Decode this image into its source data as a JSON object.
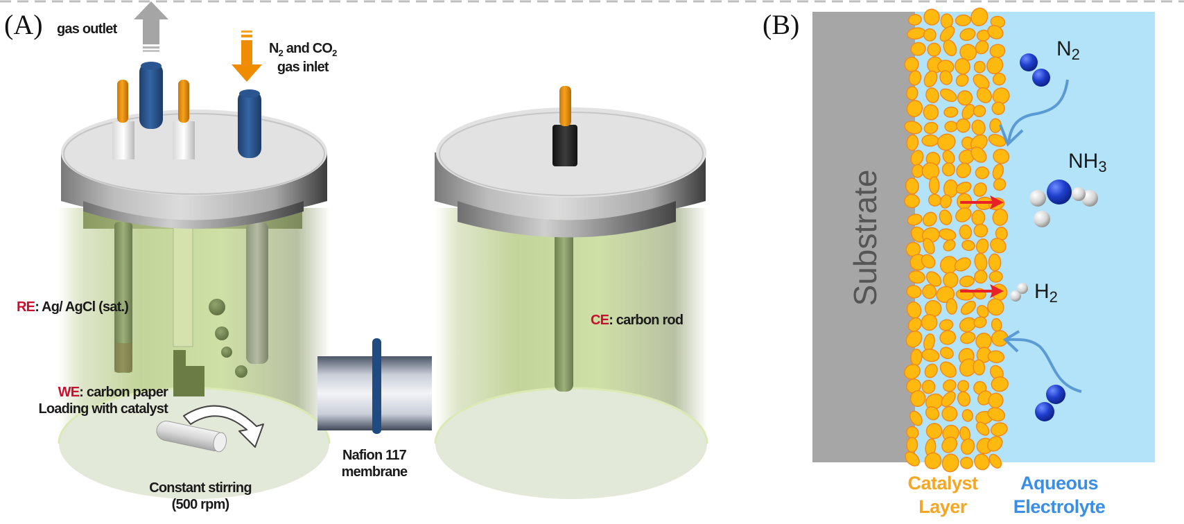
{
  "panels": {
    "a": {
      "label": "(A)",
      "gas_outlet": "gas outlet",
      "gas_inlet_line1_pre": "N",
      "gas_inlet_line1_sub1": "2",
      "gas_inlet_line1_mid": " and CO",
      "gas_inlet_line1_sub2": "2",
      "gas_inlet_line2": "gas inlet",
      "re_prefix": "RE",
      "re_text": ": Ag/ AgCl (sat.)",
      "we_prefix": "WE",
      "we_text": ": carbon paper",
      "we_line2": "Loading with catalyst",
      "stirring_line1": "Constant stirring",
      "stirring_line2": "(500 rpm)",
      "membrane_line1": "Nafion 117",
      "membrane_line2": "membrane",
      "ce_prefix": "CE",
      "ce_text": ": carbon rod"
    },
    "b": {
      "label": "(B)",
      "substrate": "Substrate",
      "n2_top_main": "N",
      "n2_top_sub": "2",
      "nh3_main": "NH",
      "nh3_sub": "3",
      "h2_main": "H",
      "h2_sub": "2",
      "catalyst_line1": "Catalyst",
      "catalyst_line2": "Layer",
      "electrolyte_line1": "Aqueous",
      "electrolyte_line2": "Electrolyte"
    }
  },
  "colors": {
    "label_red": "#c8102e",
    "catalyst_orange": "#f5a623",
    "electrolyte_blue": "#3a8ee6",
    "substrate_gray": "#a6a6a6",
    "electrolyte_bg": "#b3e3f8",
    "n2_blue": "#1b3fc9",
    "product_arrow_red": "#e8202a",
    "flow_arrow_blue": "#5b9bd5"
  }
}
